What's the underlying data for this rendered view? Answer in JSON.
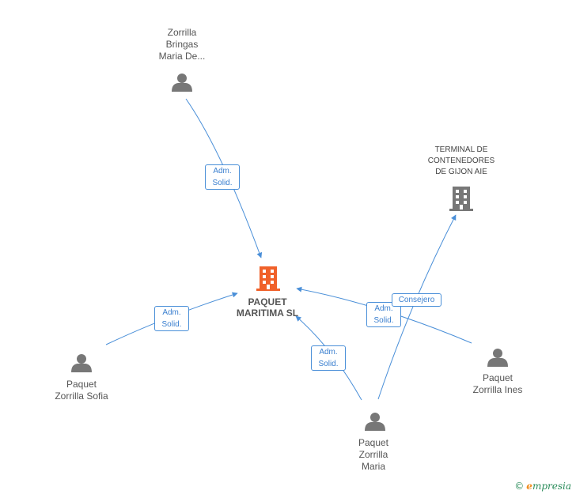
{
  "nodes": {
    "main": {
      "label_line1": "PAQUET",
      "label_line2": "MARITIMA SL",
      "icon": "building-icon",
      "color": "#f0612a"
    },
    "terminal": {
      "label_line1": "TERMINAL DE",
      "label_line2": "CONTENEDORES",
      "label_line3": "DE GIJON AIE",
      "icon": "building-icon",
      "color": "#777777"
    },
    "bringas": {
      "label_line1": "Zorrilla",
      "label_line2": "Bringas",
      "label_line3": "Maria De...",
      "icon": "person-icon"
    },
    "sofia": {
      "label_line1": "Paquet",
      "label_line2": "Zorrilla Sofia",
      "icon": "person-icon"
    },
    "ines": {
      "label_line1": "Paquet",
      "label_line2": "Zorrilla Ines",
      "icon": "person-icon"
    },
    "maria": {
      "label_line1": "Paquet",
      "label_line2": "Zorrilla",
      "label_line3": "Maria",
      "icon": "person-icon"
    }
  },
  "edges": {
    "bringas_main": {
      "line1": "Adm.",
      "line2": "Solid."
    },
    "sofia_main": {
      "line1": "Adm.",
      "line2": "Solid."
    },
    "maria_main": {
      "line1": "Adm.",
      "line2": "Solid."
    },
    "ines_main": {
      "line1": "Adm.",
      "line2": "Solid."
    },
    "maria_terminal": {
      "line1": "Consejero"
    }
  },
  "colors": {
    "edge": "#4a8fd8",
    "person": "#777777"
  },
  "brand": {
    "copyright": "©",
    "e_letter": "e",
    "rest": "mpresia"
  }
}
